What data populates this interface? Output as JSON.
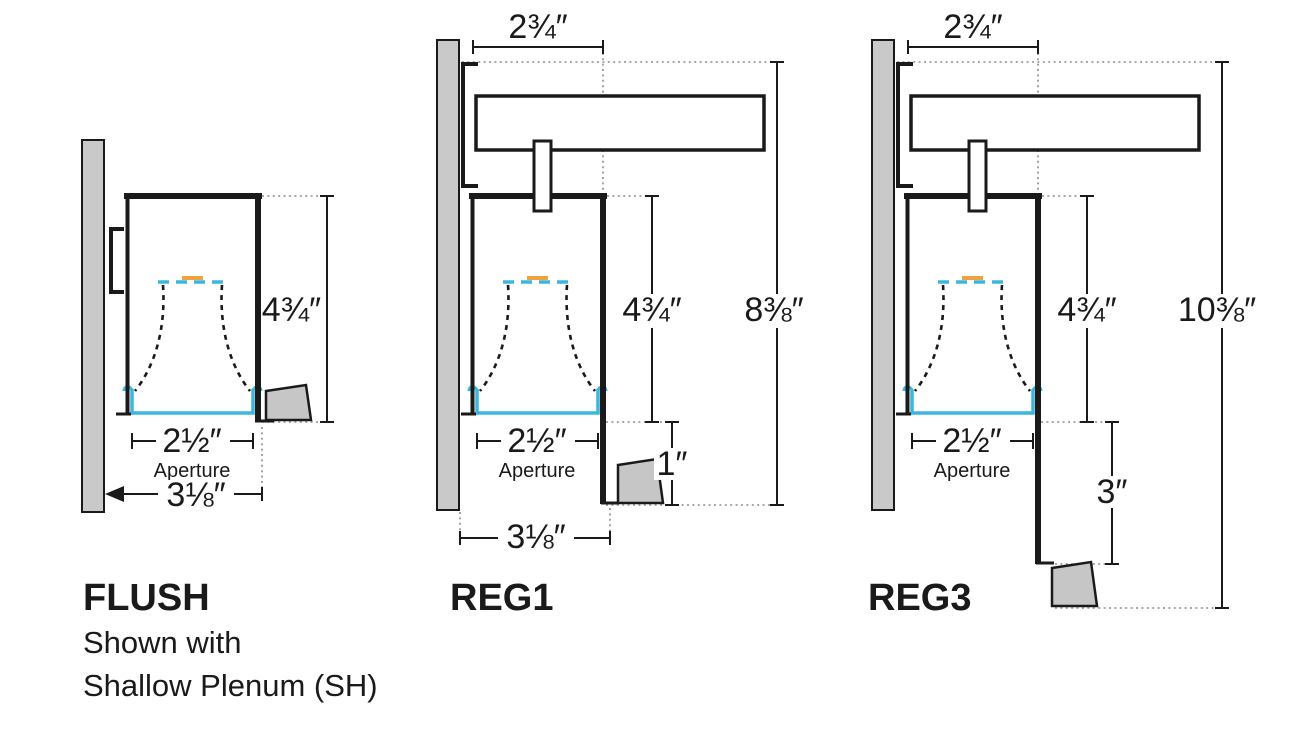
{
  "page": {
    "background": "#ffffff"
  },
  "colors": {
    "line": "#1a1a1a",
    "wall_gray": "#c9c9c9",
    "aperture_blue": "#3db6dd",
    "led_orange": "#f0a23c",
    "leader_gray": "#8c8c8c"
  },
  "flush": {
    "name": "FLUSH",
    "caption_line1": "Shown with",
    "caption_line2": "Shallow Plenum (SH)",
    "dim_height": "4¾″",
    "dim_aperture": "2½″",
    "aperture_label": "Aperture",
    "dim_depth": "3⅛″"
  },
  "reg1": {
    "name": "REG1",
    "dim_top": "2¾″",
    "dim_height": "4¾″",
    "dim_total": "8⅜″",
    "dim_regress": "1″",
    "dim_aperture": "2½″",
    "aperture_label": "Aperture",
    "dim_depth": "3⅛″"
  },
  "reg3": {
    "name": "REG3",
    "dim_top": "2¾″",
    "dim_height": "4¾″",
    "dim_total": "10⅜″",
    "dim_regress": "3″",
    "dim_aperture": "2½″",
    "aperture_label": "Aperture"
  }
}
